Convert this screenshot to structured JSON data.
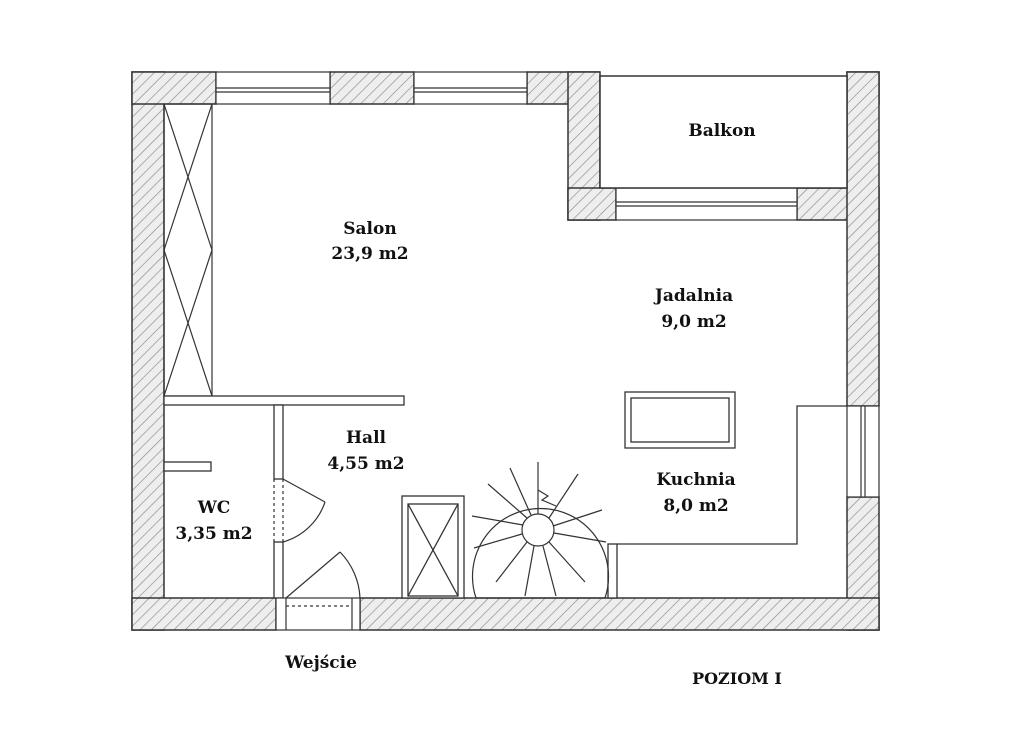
{
  "rooms": {
    "balkon": {
      "name": "Balkon"
    },
    "salon": {
      "name": "Salon",
      "area": "23,9 m2"
    },
    "jadalnia": {
      "name": "Jadalnia",
      "area": "9,0 m2"
    },
    "hall": {
      "name": "Hall",
      "area": "4,55 m2"
    },
    "kuchnia": {
      "name": "Kuchnia",
      "area": "8,0 m2"
    },
    "wc": {
      "name": "WC",
      "area": "3,35 m2"
    }
  },
  "entrance": {
    "label": "Wejście"
  },
  "level": {
    "label": "POZIOM I"
  },
  "colors": {
    "wall_fill": "#e6e6e6",
    "hatch": "#8a8a8a",
    "line": "#333333"
  }
}
